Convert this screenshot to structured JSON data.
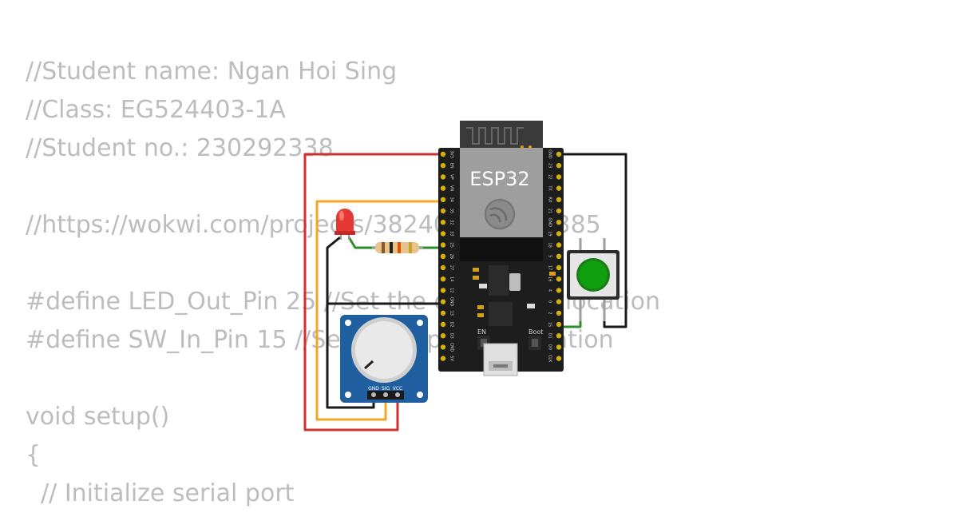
{
  "code_lines": [
    "//Student name: Ngan Hoi Sing",
    "//Class: EG524403-1A",
    "//Student no.: 230292338",
    "",
    "//https://wokwi.com/projects/382409988088385",
    "",
    "#define LED_Out_Pin 25 //Set the output pin location",
    "#define SW_In_Pin 15 //Set the input pin location",
    "",
    "void setup()",
    "{",
    "  // Initialize serial port"
  ],
  "board": {
    "name": "ESP32",
    "en_label": "EN",
    "boot_label": "Boot",
    "left_pins": [
      "3V3",
      "EN",
      "VP",
      "VN",
      "34",
      "35",
      "32",
      "33",
      "25",
      "26",
      "27",
      "14",
      "12",
      "GND",
      "13",
      "D2",
      "D3",
      "CMD",
      "5V"
    ],
    "right_pins": [
      "GND",
      "23",
      "22",
      "TX",
      "RX",
      "21",
      "GND",
      "19",
      "18",
      "5",
      "17",
      "16",
      "4",
      "0",
      "2",
      "15",
      "D1",
      "D0",
      "CLK"
    ]
  },
  "potentiometer": {
    "pin_labels": [
      "GND",
      "SIG",
      "VCC"
    ]
  },
  "wire_colors": {
    "power": "#d32f2f",
    "signal": "#f5a623",
    "ground": "#1a1a1a",
    "switch": "#2e8b2e"
  }
}
